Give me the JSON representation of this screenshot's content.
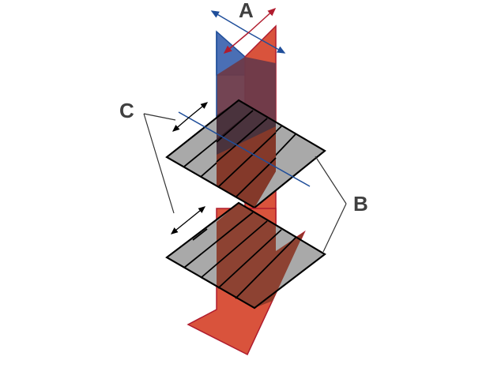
{
  "labels": {
    "a": "A",
    "b": "B",
    "c": "C"
  },
  "colors": {
    "red_wave": "#D9533C",
    "red_stroke": "#B01C2E",
    "blue_wave": "#4A6FB5",
    "blue_stroke": "#1F4E9A",
    "overlap": "#6B3A4A",
    "polarizer_fill": "#A9A9A9",
    "polarizer_stroke": "#000000",
    "pointer_line": "#333333"
  }
}
